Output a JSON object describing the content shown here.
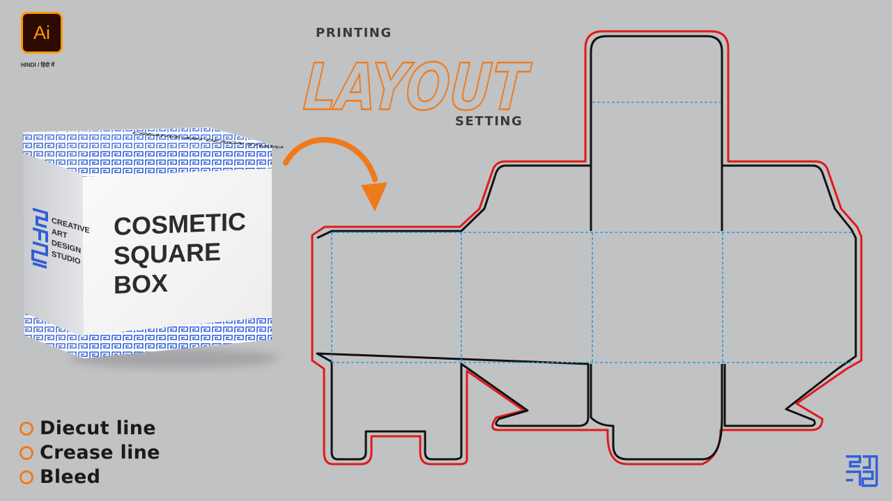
{
  "app_badge": {
    "label": "Ai",
    "language": "HINDI / हिंदी में"
  },
  "title": {
    "kicker": "PRINTING",
    "main": "LAYOUT",
    "trailer": "SETTING"
  },
  "box_mockup": {
    "front_text": [
      "COSMETIC",
      "SQUARE",
      "BOX"
    ],
    "studio_lines": [
      "CREATIVE",
      "ART",
      "DESIGN",
      "STUDIO"
    ],
    "top_text": "CREATIVE ART DESIGN STUDIO"
  },
  "legend": [
    {
      "label": "Diecut line"
    },
    {
      "label": "Crease line"
    },
    {
      "label": "Bleed"
    }
  ],
  "colors": {
    "background": "#c1c2c3",
    "diecut": "#111111",
    "crease": "#2c9be0",
    "bleed": "#e01919",
    "accent": "#f07a1a",
    "logo_blue": "#2f5fd8"
  },
  "icons": [
    "ai-logo-icon",
    "arrow-icon",
    "studio-logo-icon",
    "legend-circle-icon"
  ]
}
